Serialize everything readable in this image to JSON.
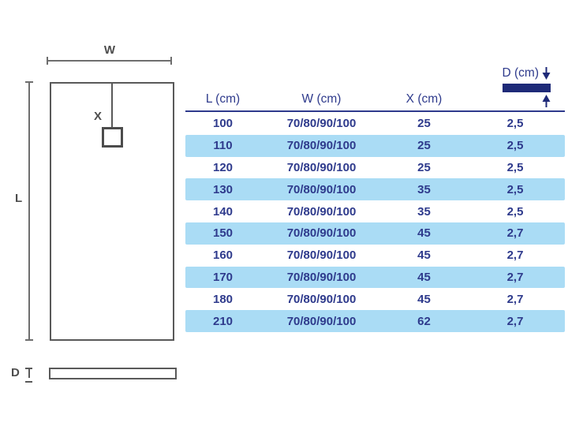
{
  "colors": {
    "accent_navy_text": "#2e3a8c",
    "dark_navy_bar": "#1e2a78",
    "row_highlight_blue": "#aadcf5",
    "diagram_gray": "#595959",
    "background": "#ffffff"
  },
  "diagram": {
    "width_label": "W",
    "length_label": "L",
    "drain_position_label": "X",
    "depth_label": "D"
  },
  "table": {
    "header": {
      "l": "L (cm)",
      "w": "W (cm)",
      "x": "X (cm)"
    },
    "d_header": {
      "label": "D (cm)"
    },
    "rows": [
      {
        "l": "100",
        "w": "70/80/90/100",
        "x": "25",
        "d": "2,5"
      },
      {
        "l": "110",
        "w": "70/80/90/100",
        "x": "25",
        "d": "2,5"
      },
      {
        "l": "120",
        "w": "70/80/90/100",
        "x": "25",
        "d": "2,5"
      },
      {
        "l": "130",
        "w": "70/80/90/100",
        "x": "35",
        "d": "2,5"
      },
      {
        "l": "140",
        "w": "70/80/90/100",
        "x": "35",
        "d": "2,5"
      },
      {
        "l": "150",
        "w": "70/80/90/100",
        "x": "45",
        "d": "2,7"
      },
      {
        "l": "160",
        "w": "70/80/90/100",
        "x": "45",
        "d": "2,7"
      },
      {
        "l": "170",
        "w": "70/80/90/100",
        "x": "45",
        "d": "2,7"
      },
      {
        "l": "180",
        "w": "70/80/90/100",
        "x": "45",
        "d": "2,7"
      },
      {
        "l": "210",
        "w": "70/80/90/100",
        "x": "62",
        "d": "2,7"
      }
    ]
  }
}
